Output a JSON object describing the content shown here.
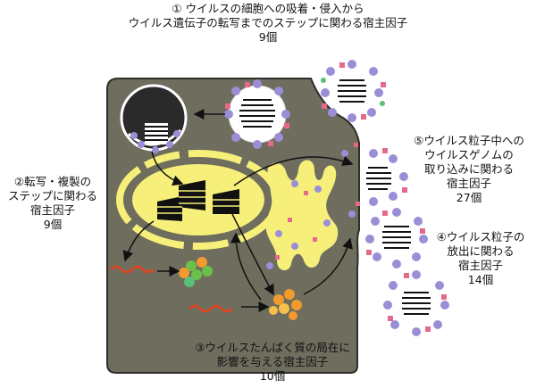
{
  "labels": {
    "step1": {
      "line1": "①  ウイルスの細胞への吸着・侵入から",
      "line2": "ウイルス遺伝子の転写までのステップに関わる宿主因子",
      "line3": "9個"
    },
    "step2": {
      "line1": "②転写・複製の",
      "line2": "ステップに関わる",
      "line3": "宿主因子",
      "line4": "9個"
    },
    "step3": {
      "line1": "③ウイルスたんぱく質の局在に",
      "line2": "影響を与える宿主因子",
      "line3": "10個"
    },
    "step4": {
      "line1": "④ウイルス粒子の",
      "line2": "放出に関わる",
      "line3": "宿主因子",
      "line4": "14個"
    },
    "step5": {
      "line1": "⑤ウイルス粒子中への",
      "line2": "ウイルスゲノムの",
      "line3": "取り込みに関わる",
      "line4": "宿主因子",
      "line5": "27個"
    }
  },
  "colors": {
    "cell": "#6e6d5e",
    "cell_border": "#3a3a32",
    "nucleus": "#f6f07a",
    "er_golgi": "#f6f07a",
    "virion_core": "#ffffff",
    "spike_purple": "#9a8fd6",
    "spike_pink": "#e56a8a",
    "spike_green": "#58c07a",
    "rna": "#e0451f",
    "protein_orange": "#f29a2e",
    "protein_green": "#6cc04a"
  }
}
